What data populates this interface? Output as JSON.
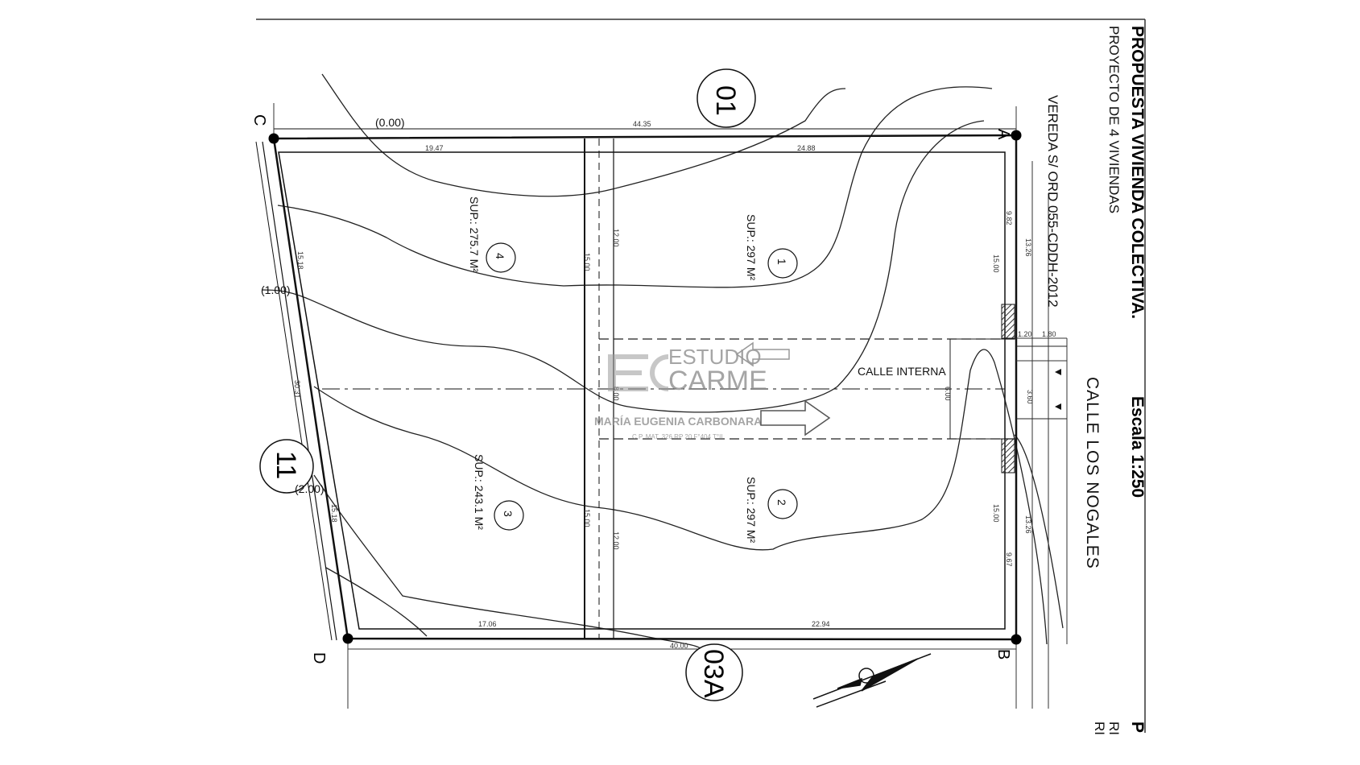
{
  "title": {
    "main": "PROPUESTA VIVIENDA COLECTIVA.",
    "scale": "Escala 1:250",
    "subtitle": "PROYECTO DE 4 VIVIENDAS",
    "vereda": "VEREDA S/ ORD 055-CDDH-2012",
    "cut_edge": [
      "P",
      "RI",
      "RI"
    ]
  },
  "street": "CALLE LOS NOGALES",
  "internal_street": "CALLE INTERNA",
  "neighbors": {
    "top": "01",
    "left": "11",
    "bottom": "03A"
  },
  "corners": {
    "a": "A",
    "b": "B",
    "c": "C",
    "d": "D"
  },
  "lots": [
    {
      "number": "1",
      "area": "SUP.: 297 M²"
    },
    {
      "number": "2",
      "area": "SUP.: 297 M²"
    },
    {
      "number": "3",
      "area": "SUP.: 243.1 M²"
    },
    {
      "number": "4",
      "area": "SUP.: 275.7 M²"
    }
  ],
  "levels": {
    "l0": "(0.00)",
    "l1": "(1.00)",
    "l2": "(2.00)"
  },
  "dimensions": {
    "top_total": "44.35",
    "top_left": "19.47",
    "top_right": "24.88",
    "bottom_total": "40.00",
    "bottom_left": "17.06",
    "bottom_right": "22.94",
    "left_upper": "15.18",
    "left_mid": "30.31",
    "left_lower": "15.18",
    "right_upper_1": "9.82",
    "right_upper_2": "15.00",
    "right_upper_3": "13.26",
    "right_lower_1": "9.67",
    "right_lower_2": "15.00",
    "right_lower_3": "13.26",
    "lot_depth_upper_left": "15.00",
    "lot_depth_upper_right": "12.00",
    "lot_depth_lower_left": "15.00",
    "lot_depth_lower_right": "12.00",
    "center_left": "8.00",
    "street_width": "6.00",
    "gap_a": "1.20",
    "gap_b": "1.80",
    "gap_c": "3.60"
  },
  "watermark": {
    "logo": "EC",
    "line1": "ESTUDIO",
    "line2": "CARME",
    "name": "MARÍA EUGENIA CARBONARA",
    "mat": "C.P. MAT. 326 RP 20 F°404 T°II"
  }
}
